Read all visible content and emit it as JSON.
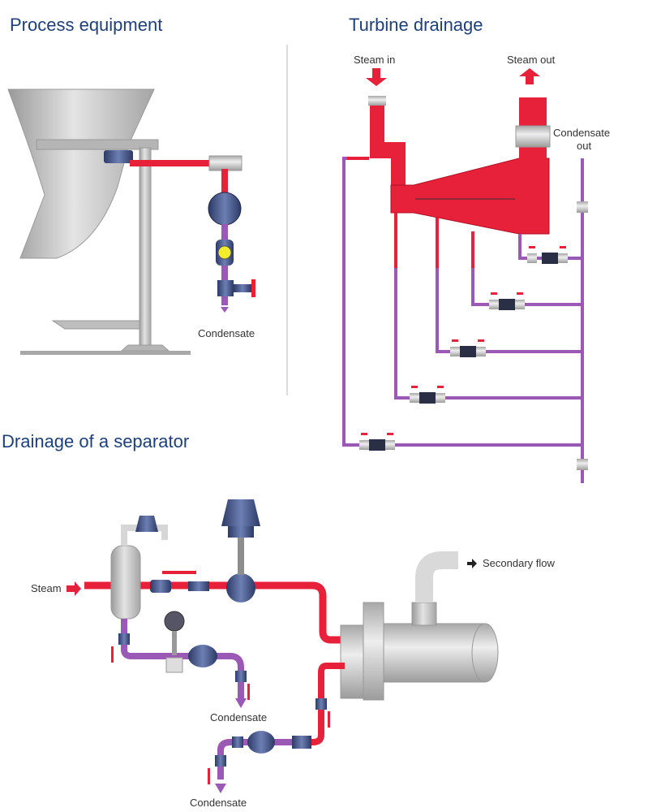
{
  "sections": {
    "process_equipment": {
      "title": "Process equipment",
      "condensate_label": "Condensate"
    },
    "turbine_drainage": {
      "title": "Turbine drainage",
      "steam_in_label": "Steam in",
      "steam_out_label": "Steam out",
      "condensate_out_label_line1": "Condensate",
      "condensate_out_label_line2": "out"
    },
    "separator_drainage": {
      "title": "Drainage of a separator",
      "steam_label": "Steam",
      "secondary_flow_label": "Secondary flow",
      "condensate_label_1": "Condensate",
      "condensate_label_2": "Condensate"
    }
  },
  "colors": {
    "title": "#1f3f7a",
    "steam_pipe": "#e8213a",
    "condensate_pipe": "#9b59b6",
    "equipment_grey": "#c8c8c8",
    "valve_blue": "#3a4a7a"
  }
}
